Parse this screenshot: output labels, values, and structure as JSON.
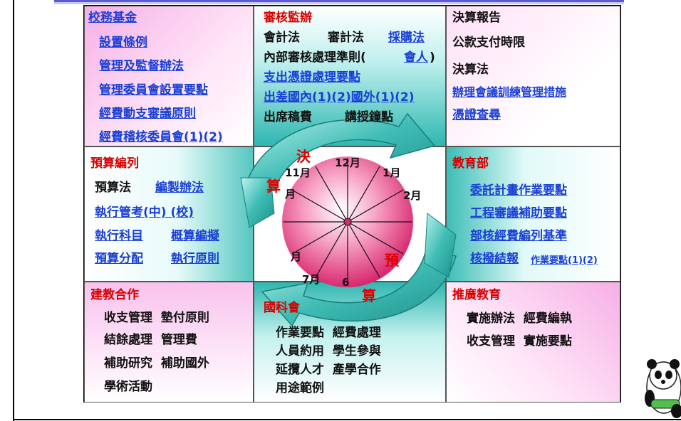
{
  "sections": {
    "fund": {
      "title": "校務基金",
      "items": [
        "設置條例",
        "管理及監督辦法",
        "管理委員會設置要點",
        "經費動支審議原則",
        "經費稽核委員會(1)(2)"
      ]
    },
    "audit": {
      "title": "審核監辦",
      "line1": {
        "a": "會計法",
        "b": "審計法",
        "c": "採購法"
      },
      "line2": {
        "a": "內部審核處理準則(",
        "b": "會人",
        "c": ")"
      },
      "line3": "支出憑證處理要點",
      "line4": {
        "a": "出差國內(1)(2)國外(1)(2)"
      },
      "line5": {
        "a": "出席稿費",
        "b": "講授鐘點"
      }
    },
    "final": {
      "title": "決算報告",
      "items": [
        "公款支付時限",
        "決算法",
        "辦理會議訓練管理措施",
        "憑證查尋"
      ]
    },
    "budget": {
      "title": "預算編列",
      "line1": {
        "a": "預算法",
        "b": "編製辦法"
      },
      "line2": "執行管考(中) (校)",
      "line3": {
        "a": "執行科目",
        "b": "概算編擬"
      },
      "line4": {
        "a": "預算分配",
        "b": "執行原則"
      }
    },
    "moe": {
      "title": "教育部",
      "items": [
        "委託計畫作業要點",
        "工程審議補助要點",
        "部核經費編列基準"
      ],
      "last": {
        "a": "核撥結報",
        "b": "作業要點(1)(2)"
      }
    },
    "coop": {
      "title": "建教合作",
      "rows": [
        "收支管理  墊付原則",
        "結餘處理  管理費",
        "補助研究  補助國外",
        "學術活動"
      ]
    },
    "nsc": {
      "title": "國科會",
      "rows": [
        "作業要點  經費處理",
        "人員約用  學生參與",
        "延攬人才  產學合作",
        "用途範例"
      ]
    },
    "promo": {
      "title": "推廣教育",
      "rows": [
        "實施辦法  經費編執",
        "收支管理  實施要點"
      ]
    }
  },
  "cycle": {
    "months": {
      "m12": "12月",
      "m1": "1月",
      "m2": "2月",
      "m11": "11月",
      "m10": "月",
      "m8": "月",
      "m7": "7月",
      "m6": "6"
    },
    "words": {
      "jue": "決",
      "suan1": "算",
      "yu": "預",
      "suan2": "算"
    }
  },
  "colors": {
    "heading": "#d60000",
    "link": "#1a3fd6",
    "teal": "#2fb7b0",
    "pink": "#f6b0e6"
  },
  "icons": [
    "panda-mascot-icon"
  ]
}
